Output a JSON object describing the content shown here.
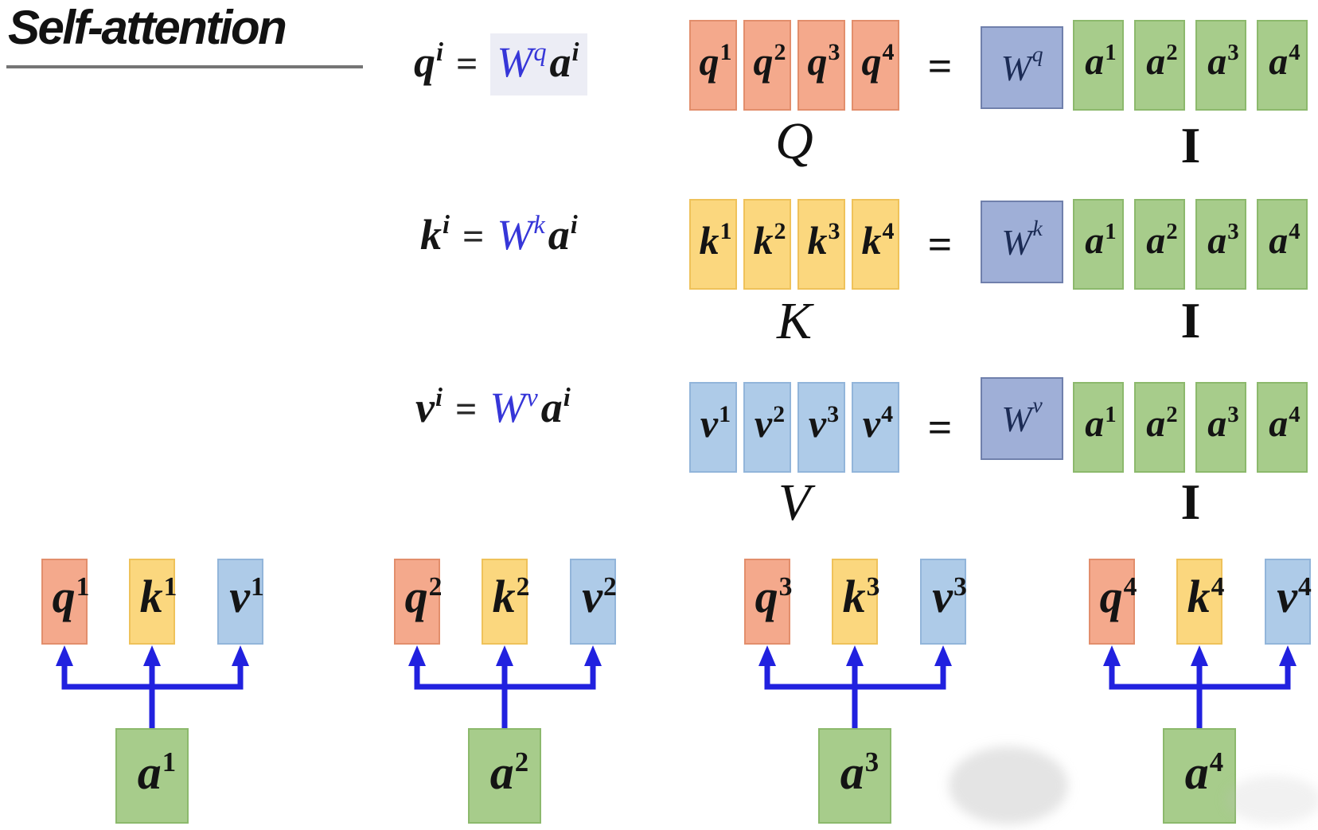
{
  "title": {
    "text": "Self-attention"
  },
  "colors": {
    "q_fill": "#F4A98C",
    "q_border": "#E28E6C",
    "k_fill": "#FBD77E",
    "k_border": "#EFC25A",
    "v_fill": "#AECBE8",
    "v_border": "#92B5DA",
    "a_fill": "#A7CC8B",
    "a_border": "#8CB96C",
    "w_fill": "#9FAFD7",
    "w_border": "#7080AC",
    "w_text": "#1B2B55",
    "equation_blue": "#3636D8",
    "arrow_blue": "#2121DF",
    "text_dark": "#141414",
    "highlight": "#ECEDF5"
  },
  "equation_rows": [
    {
      "id": "q",
      "equation": {
        "lhs": "q",
        "lhs_sup": "i",
        "eq": "=",
        "w": "W",
        "w_sup": "q",
        "rhs": "a",
        "rhs_sup": "i",
        "highlight": true
      },
      "matrix": {
        "cells": [
          "q",
          "q",
          "q",
          "q"
        ],
        "sups": [
          "1",
          "2",
          "3",
          "4"
        ],
        "label": "Q",
        "color": "q"
      },
      "equals": "=",
      "weight_box": {
        "base": "W",
        "sup": "q"
      },
      "inputs": {
        "cells": [
          "a",
          "a",
          "a",
          "a"
        ],
        "sups": [
          "1",
          "2",
          "3",
          "4"
        ],
        "label": "I"
      }
    },
    {
      "id": "k",
      "equation": {
        "lhs": "k",
        "lhs_sup": "i",
        "eq": "=",
        "w": "W",
        "w_sup": "k",
        "rhs": "a",
        "rhs_sup": "i",
        "highlight": false
      },
      "matrix": {
        "cells": [
          "k",
          "k",
          "k",
          "k"
        ],
        "sups": [
          "1",
          "2",
          "3",
          "4"
        ],
        "label": "K",
        "color": "k"
      },
      "equals": "=",
      "weight_box": {
        "base": "W",
        "sup": "k"
      },
      "inputs": {
        "cells": [
          "a",
          "a",
          "a",
          "a"
        ],
        "sups": [
          "1",
          "2",
          "3",
          "4"
        ],
        "label": "I"
      }
    },
    {
      "id": "v",
      "equation": {
        "lhs": "v",
        "lhs_sup": "i",
        "eq": "=",
        "w": "W",
        "w_sup": "v",
        "rhs": "a",
        "rhs_sup": "i",
        "highlight": false
      },
      "matrix": {
        "cells": [
          "v",
          "v",
          "v",
          "v"
        ],
        "sups": [
          "1",
          "2",
          "3",
          "4"
        ],
        "label": "V",
        "color": "v"
      },
      "equals": "=",
      "weight_box": {
        "base": "W",
        "sup": "v"
      },
      "inputs": {
        "cells": [
          "a",
          "a",
          "a",
          "a"
        ],
        "sups": [
          "1",
          "2",
          "3",
          "4"
        ],
        "label": "I"
      }
    }
  ],
  "token_groups": [
    {
      "q": {
        "base": "q",
        "sup": "1"
      },
      "k": {
        "base": "k",
        "sup": "1"
      },
      "v": {
        "base": "v",
        "sup": "1"
      },
      "a": {
        "base": "a",
        "sup": "1"
      }
    },
    {
      "q": {
        "base": "q",
        "sup": "2"
      },
      "k": {
        "base": "k",
        "sup": "2"
      },
      "v": {
        "base": "v",
        "sup": "2"
      },
      "a": {
        "base": "a",
        "sup": "2"
      }
    },
    {
      "q": {
        "base": "q",
        "sup": "3"
      },
      "k": {
        "base": "k",
        "sup": "3"
      },
      "v": {
        "base": "v",
        "sup": "3"
      },
      "a": {
        "base": "a",
        "sup": "3"
      }
    },
    {
      "q": {
        "base": "q",
        "sup": "4"
      },
      "k": {
        "base": "k",
        "sup": "4"
      },
      "v": {
        "base": "v",
        "sup": "4"
      },
      "a": {
        "base": "a",
        "sup": "4"
      }
    }
  ]
}
